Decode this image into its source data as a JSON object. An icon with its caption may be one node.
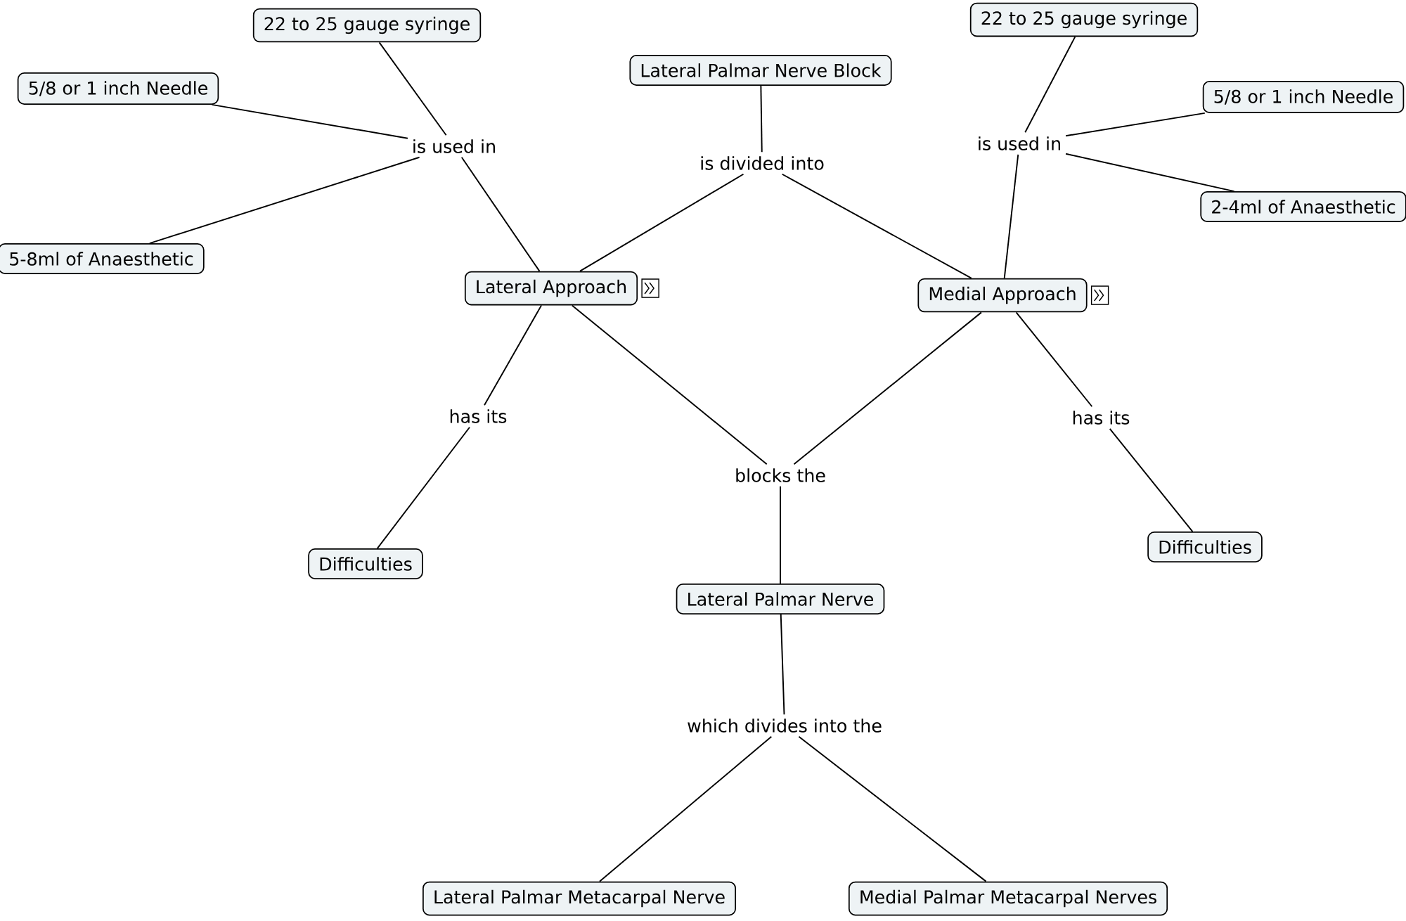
{
  "diagram": {
    "nodes": [
      {
        "text": [
          "Lateral Palmar Nerve Block"
        ]
      },
      {
        "text": [
          "is divided into"
        ]
      },
      {
        "text": [
          "Lateral Approach"
        ]
      },
      {
        "text": [
          "Medial Approach"
        ]
      },
      {
        "text": [
          "22 to 25 gauge syringe"
        ]
      },
      {
        "text": [
          "5/8 or 1 inch Needle"
        ]
      },
      {
        "text": [
          "is used in"
        ]
      },
      {
        "text": [
          "5-8ml of Anaesthetic"
        ]
      },
      {
        "text": [
          "22 to 25 gauge syringe"
        ]
      },
      {
        "text": [
          "is used in"
        ]
      },
      {
        "text": [
          "5/8 or 1 inch Needle"
        ]
      },
      {
        "text": [
          "2-4ml of Anaesthetic"
        ]
      },
      {
        "text": [
          "has its"
        ]
      },
      {
        "text": [
          "Difficulties"
        ]
      },
      {
        "text": [
          "blocks the"
        ]
      },
      {
        "text": [
          "has its"
        ]
      },
      {
        "text": [
          "Difficulties"
        ]
      },
      {
        "text": [
          "Lateral Palmar Nerve"
        ]
      },
      {
        "text": [
          "which divides into the"
        ]
      },
      {
        "text": [
          "Lateral Palmar Metacarpal Nerve"
        ]
      },
      {
        "text": [
          "Medial Palmar Metacarpal Nerves"
        ]
      }
    ],
    "edges": [
      {
        "from": 0,
        "to": 1,
        "arrow": "none"
      },
      {
        "from": 1,
        "to": 2,
        "arrow": "none"
      },
      {
        "from": 1,
        "to": 3,
        "arrow": "none"
      },
      {
        "from": 4,
        "to": 6,
        "arrow": "none"
      },
      {
        "from": 5,
        "to": 6,
        "arrow": "none"
      },
      {
        "from": 7,
        "to": 6,
        "arrow": "none"
      },
      {
        "from": 6,
        "to": 2,
        "arrow": "none"
      },
      {
        "from": 8,
        "to": 9,
        "arrow": "none"
      },
      {
        "from": 10,
        "to": 9,
        "arrow": "none"
      },
      {
        "from": 11,
        "to": 9,
        "arrow": "none"
      },
      {
        "from": 9,
        "to": 3,
        "arrow": "none"
      },
      {
        "from": 2,
        "to": 12,
        "arrow": "none"
      },
      {
        "from": 12,
        "to": 13,
        "arrow": "none"
      },
      {
        "from": 2,
        "to": 14,
        "arrow": "none"
      },
      {
        "from": 3,
        "to": 14,
        "arrow": "none"
      },
      {
        "from": 14,
        "to": 17,
        "arrow": "none"
      },
      {
        "from": 3,
        "to": 15,
        "arrow": "none"
      },
      {
        "from": 15,
        "to": 16,
        "arrow": "none"
      },
      {
        "from": 17,
        "to": 18,
        "arrow": "none"
      },
      {
        "from": 18,
        "to": 19,
        "arrow": "none"
      },
      {
        "from": 18,
        "to": 20,
        "arrow": "none"
      }
    ]
  }
}
